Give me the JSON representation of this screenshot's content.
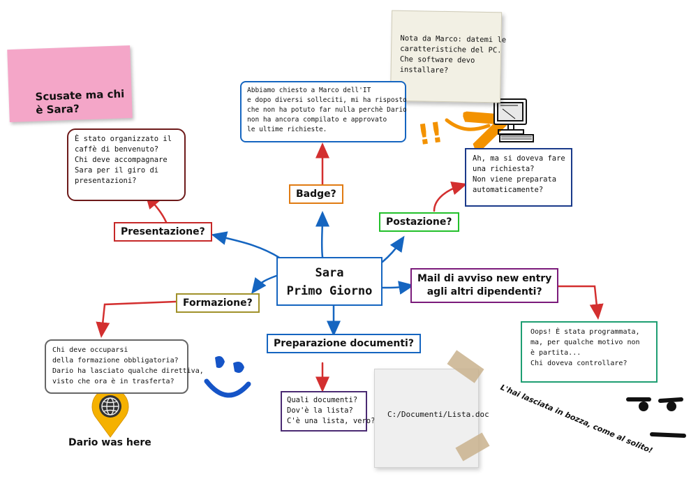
{
  "central": {
    "line1": "Sara",
    "line2": "Primo Giorno"
  },
  "branches": {
    "presentazione": "Presentazione?",
    "badge": "Badge?",
    "postazione": "Postazione?",
    "formazione": "Formazione?",
    "mail": {
      "line1": "Mail di avviso new entry",
      "line2": "agli altri dipendenti?"
    },
    "documenti": "Preparazione documenti?"
  },
  "notes": {
    "presentazione": [
      "È stato organizzato il",
      "caffè di benvenuto?",
      "Chi deve accompagnare",
      "Sara per il giro di",
      "presentazioni?"
    ],
    "badge": [
      "Abbiamo chiesto a Marco dell'IT",
      "e dopo diversi solleciti, mi ha risposto",
      "che non ha potuto far nulla perchè Dario",
      "non ha ancora compilato e approvato",
      "le ultime richieste."
    ],
    "postazione": [
      "Ah, ma si doveva fare",
      "una richiesta?",
      "Non viene preparata",
      "automaticamente?"
    ],
    "formazione": [
      "Chi deve occuparsi",
      "della formazione obbligatoria?",
      "Dario ha lasciato qualche direttiva,",
      "visto che ora è in trasferta?"
    ],
    "mail": [
      "Oops! È stata programmata,",
      "ma, per qualche motivo non",
      "è partita...",
      "Chi doveva controllare?"
    ],
    "documenti": [
      "Quali documenti?",
      "Dov'è la lista?",
      "C'è una lista, vero?"
    ]
  },
  "sticky_pink": {
    "line1": "Scusate ma chi",
    "line2": "è Sara?"
  },
  "sticky_marco": [
    "Nota da Marco: datemi le",
    "caratteristiche del PC.",
    "Che software devo",
    "installare?"
  ],
  "paper_path": "C:/Documenti/Lista.doc",
  "handwritten": "L'hai lasciata in bozza, come al solito!",
  "exclaim": "!!",
  "question_mark": "?",
  "dario_caption": "Dario was here",
  "colors": {
    "blue": "#1565c0",
    "red": "#c62828",
    "dark_red": "#6d1a1a",
    "orange": "#e07b12",
    "green": "#22c02a",
    "olive": "#a0912a",
    "purple": "#7b1b7b",
    "teal": "#1e9e72",
    "gray": "#666666",
    "dark_purple": "#4a2a72"
  },
  "icons": [
    "coffee-cup-icon",
    "computer-icon",
    "globe-pin-icon",
    "smiley-icon",
    "unimpressed-face-icon",
    "arrow-icon"
  ]
}
